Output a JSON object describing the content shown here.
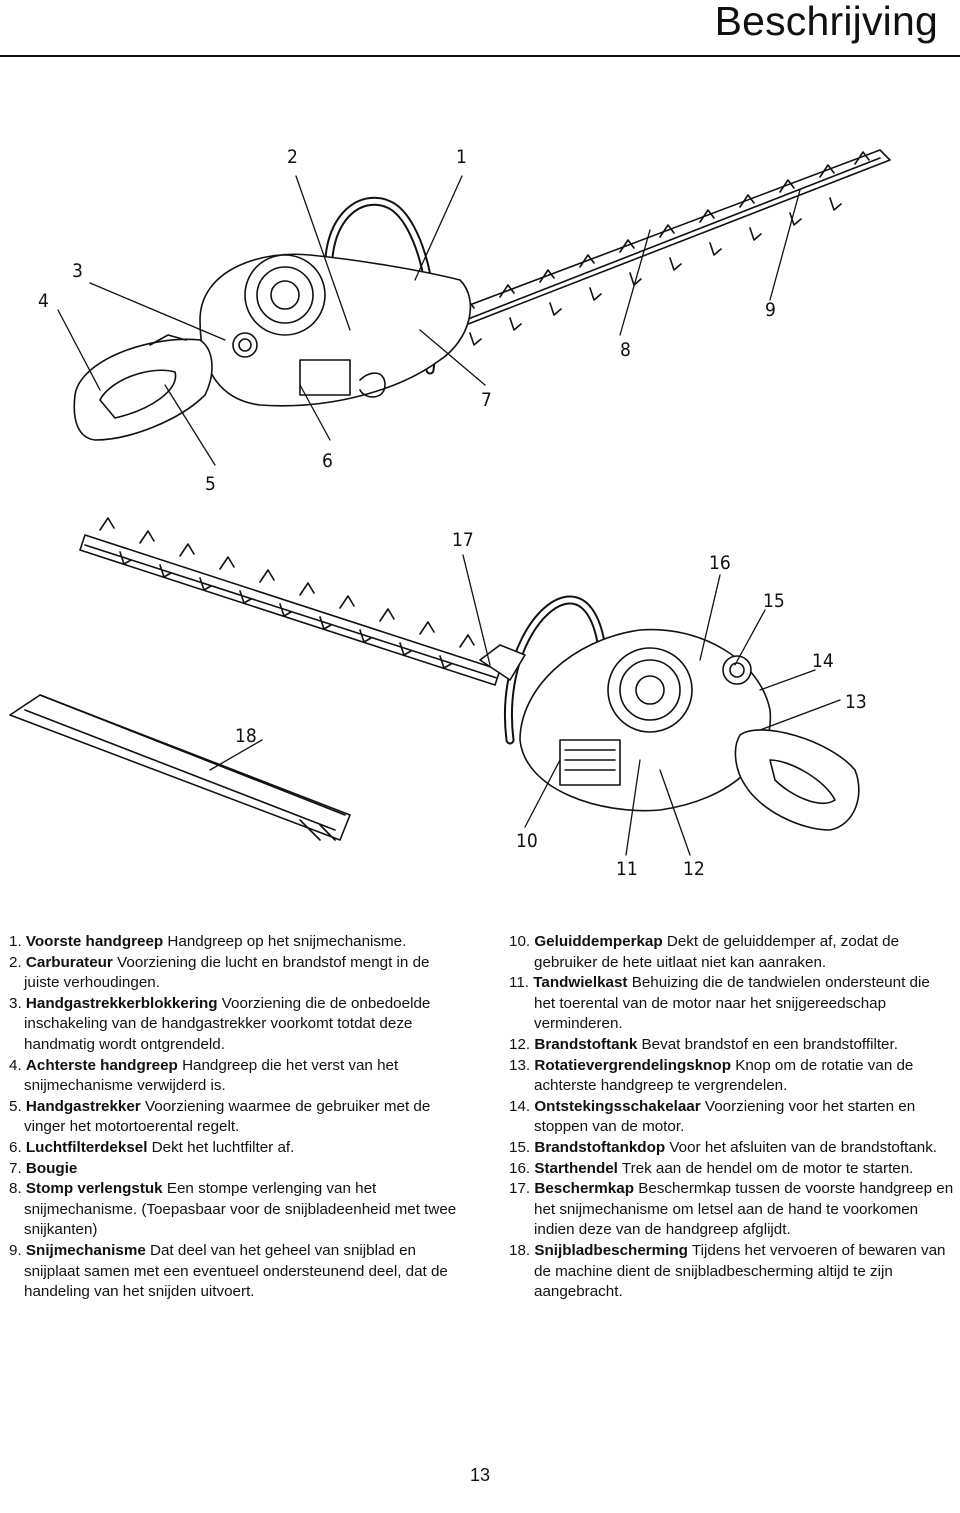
{
  "header": {
    "title": "Beschrijving"
  },
  "figure": {
    "callouts_top": [
      "1",
      "2",
      "3",
      "4",
      "5",
      "6",
      "7",
      "8",
      "9"
    ],
    "callouts_bottom": [
      "10",
      "11",
      "12",
      "13",
      "14",
      "15",
      "16",
      "17",
      "18"
    ]
  },
  "parts": [
    {
      "num": "1.",
      "term": "Voorste handgreep",
      "desc": "Handgreep op het snijmechanisme."
    },
    {
      "num": "2.",
      "term": "Carburateur",
      "desc": "Voorziening die lucht en brandstof mengt in de juiste verhoudingen."
    },
    {
      "num": "3.",
      "term": "Handgastrekkerblokkering",
      "desc": "Voorziening die de onbedoelde inschakeling van de handgastrekker voorkomt totdat deze handmatig wordt ontgrendeld."
    },
    {
      "num": "4.",
      "term": "Achterste handgreep",
      "desc": "Handgreep die het verst van het snijmechanisme verwijderd is."
    },
    {
      "num": "5.",
      "term": "Handgastrekker",
      "desc": "Voorziening waarmee de gebruiker met de vinger het motortoerental regelt."
    },
    {
      "num": "6.",
      "term": "Luchtfilterdeksel",
      "desc": "Dekt het luchtfilter af."
    },
    {
      "num": "7.",
      "term": "Bougie",
      "desc": ""
    },
    {
      "num": "8.",
      "term": "Stomp verlengstuk",
      "desc": "Een stompe verlenging van het snijmechanisme. (Toepasbaar voor de snijbladeenheid met twee snijkanten)"
    },
    {
      "num": "9.",
      "term": "Snijmechanisme",
      "desc": "Dat deel van het geheel van snijblad en snijplaat samen met een eventueel ondersteunend deel, dat de handeling van het snijden uitvoert."
    },
    {
      "num": "10.",
      "term": "Geluiddemperkap",
      "desc": "Dekt de geluiddemper af, zodat de gebruiker de hete uitlaat niet kan aanraken."
    },
    {
      "num": "11.",
      "term": "Tandwielkast",
      "desc": "Behuizing die de tandwielen ondersteunt die het toerental van de motor naar het snijgereedschap verminderen."
    },
    {
      "num": "12.",
      "term": "Brandstoftank",
      "desc": "Bevat brandstof en een brandstoffilter."
    },
    {
      "num": "13.",
      "term": "Rotatievergrendelingsknop",
      "desc": "Knop om de rotatie van de achterste handgreep te vergrendelen."
    },
    {
      "num": "14.",
      "term": "Ontstekingsschakelaar",
      "desc": "Voorziening voor het starten en stoppen van de motor."
    },
    {
      "num": "15.",
      "term": "Brandstoftankdop",
      "desc": "Voor het afsluiten van de brandstoftank."
    },
    {
      "num": "16.",
      "term": "Starthendel",
      "desc": "Trek aan de hendel om de motor te starten."
    },
    {
      "num": "17.",
      "term": "Beschermkap",
      "desc": "Beschermkap tussen de voorste handgreep en het snijmechanisme om letsel aan de hand te voorkomen indien deze van de handgreep afglijdt."
    },
    {
      "num": "18.",
      "term": "Snijbladbescherming",
      "desc": "Tijdens het vervoeren of bewaren van de machine dient de snijbladbescherming altijd te zijn aangebracht."
    }
  ],
  "footer": {
    "page_number": "13"
  }
}
